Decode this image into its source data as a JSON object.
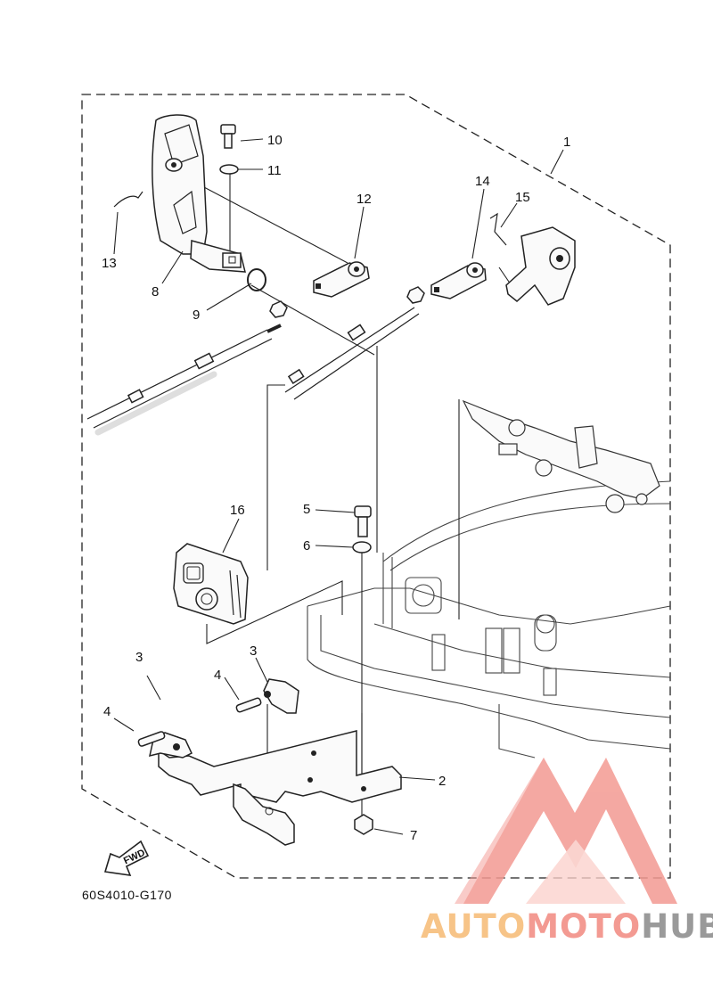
{
  "diagram": {
    "code": "60S4010-G170",
    "fwd_label": "FWD",
    "callouts": [
      {
        "id": "c1",
        "text": "1"
      },
      {
        "id": "c2",
        "text": "2"
      },
      {
        "id": "c3a",
        "text": "3"
      },
      {
        "id": "c3b",
        "text": "3"
      },
      {
        "id": "c4a",
        "text": "4"
      },
      {
        "id": "c4b",
        "text": "4"
      },
      {
        "id": "c5",
        "text": "5"
      },
      {
        "id": "c6",
        "text": "6"
      },
      {
        "id": "c7",
        "text": "7"
      },
      {
        "id": "c8",
        "text": "8"
      },
      {
        "id": "c9",
        "text": "9"
      },
      {
        "id": "c10",
        "text": "10"
      },
      {
        "id": "c11",
        "text": "11"
      },
      {
        "id": "c12",
        "text": "12"
      },
      {
        "id": "c13",
        "text": "13"
      },
      {
        "id": "c14",
        "text": "14"
      },
      {
        "id": "c15",
        "text": "15"
      },
      {
        "id": "c16",
        "text": "16"
      }
    ]
  },
  "watermark": {
    "brand_part1": "AUTO",
    "brand_part2": "MOTO",
    "brand_part3": "HUB",
    "colors": {
      "part1": "#f7c488",
      "part2": "#f39a92",
      "part3": "#9a9a9a",
      "logo": "#f39a92"
    }
  }
}
